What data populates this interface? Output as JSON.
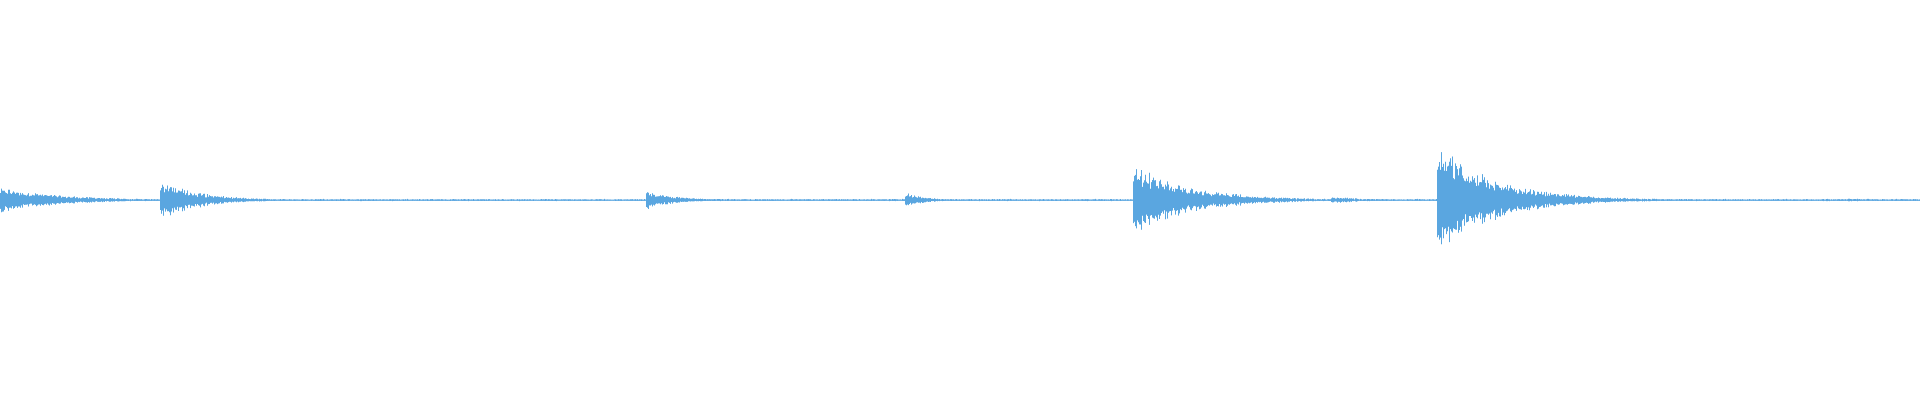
{
  "waveform": {
    "color": "#5aa6e0",
    "background": "#ffffff",
    "baseline_amplitude": 0.004,
    "duration_fraction_markers": [
      {
        "start": 0.0,
        "peak": 0.075,
        "decay": 0.03
      },
      {
        "start": 0.083,
        "peak": 0.115,
        "decay": 0.02
      },
      {
        "start": 0.336,
        "peak": 0.055,
        "decay": 0.015
      },
      {
        "start": 0.471,
        "peak": 0.045,
        "decay": 0.01
      },
      {
        "start": 0.59,
        "peak": 0.195,
        "decay": 0.03
      },
      {
        "start": 0.693,
        "peak": 0.02,
        "decay": 0.02
      },
      {
        "start": 0.748,
        "peak": 0.31,
        "decay": 0.03
      },
      {
        "start": 0.962,
        "peak": 0.01,
        "decay": 0.015
      }
    ]
  }
}
